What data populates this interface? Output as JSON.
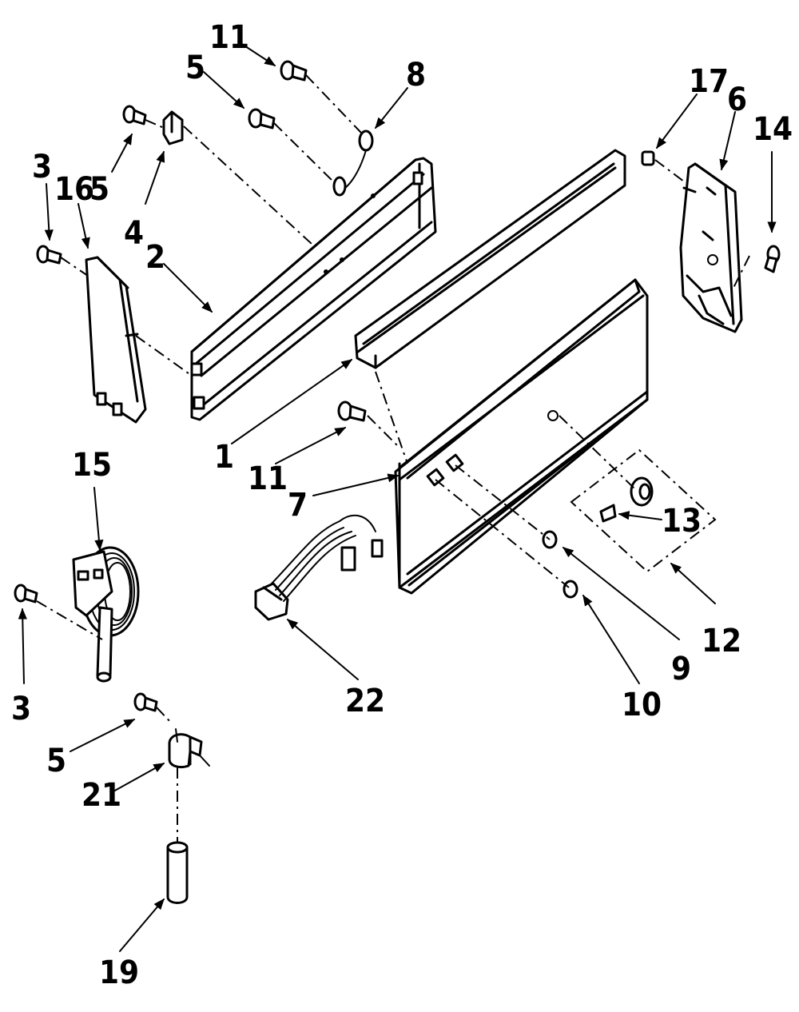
{
  "diagram": {
    "type": "exploded-parts-diagram",
    "callouts": {
      "c1": "1",
      "c2": "2",
      "c3a": "3",
      "c3b": "3",
      "c4": "4",
      "c5a": "5",
      "c5b": "5",
      "c5c": "5",
      "c6": "6",
      "c7": "7",
      "c8": "8",
      "c9": "9",
      "c10": "10",
      "c11a": "11",
      "c11b": "11",
      "c12": "12",
      "c13": "13",
      "c14": "14",
      "c15": "15",
      "c16": "16",
      "c17": "17",
      "c19": "19",
      "c21": "21",
      "c22": "22"
    }
  }
}
